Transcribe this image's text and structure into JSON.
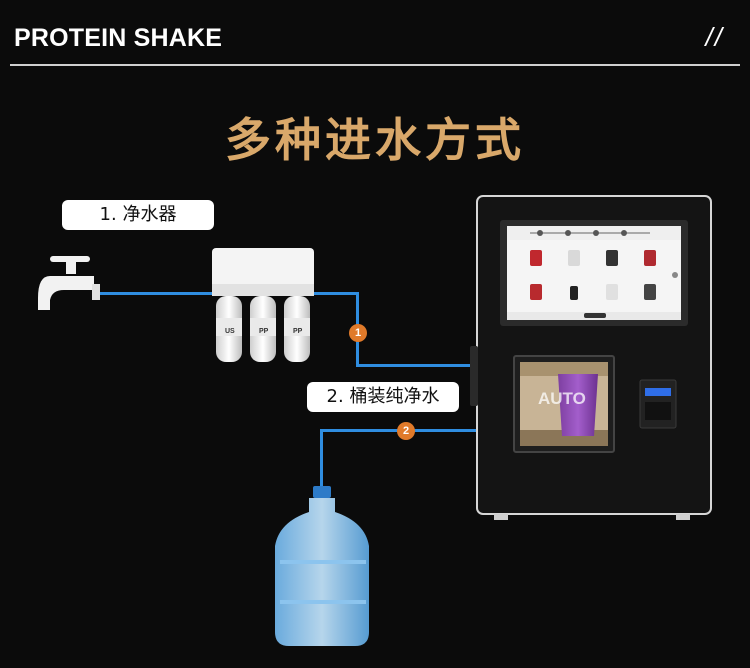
{
  "header": {
    "title": "PROTEIN SHAKE",
    "mark": "//"
  },
  "main": {
    "title": "多种进水方式"
  },
  "methods": [
    {
      "label": "1. 净水器",
      "badge": "1"
    },
    {
      "label": "2. 桶装纯净水",
      "badge": "2"
    }
  ],
  "filter": {
    "cartridge_labels": [
      "US",
      "PP",
      "PP"
    ]
  },
  "machine": {
    "cup_text": "AUTO"
  },
  "colors": {
    "accent": "#d9a86a",
    "pipe": "#2f8de0",
    "badge": "#e07a2a",
    "background": "#0b0b0b"
  },
  "icons": [
    "faucet-icon",
    "water-purifier-icon",
    "water-bottle-icon",
    "vending-machine-icon"
  ]
}
